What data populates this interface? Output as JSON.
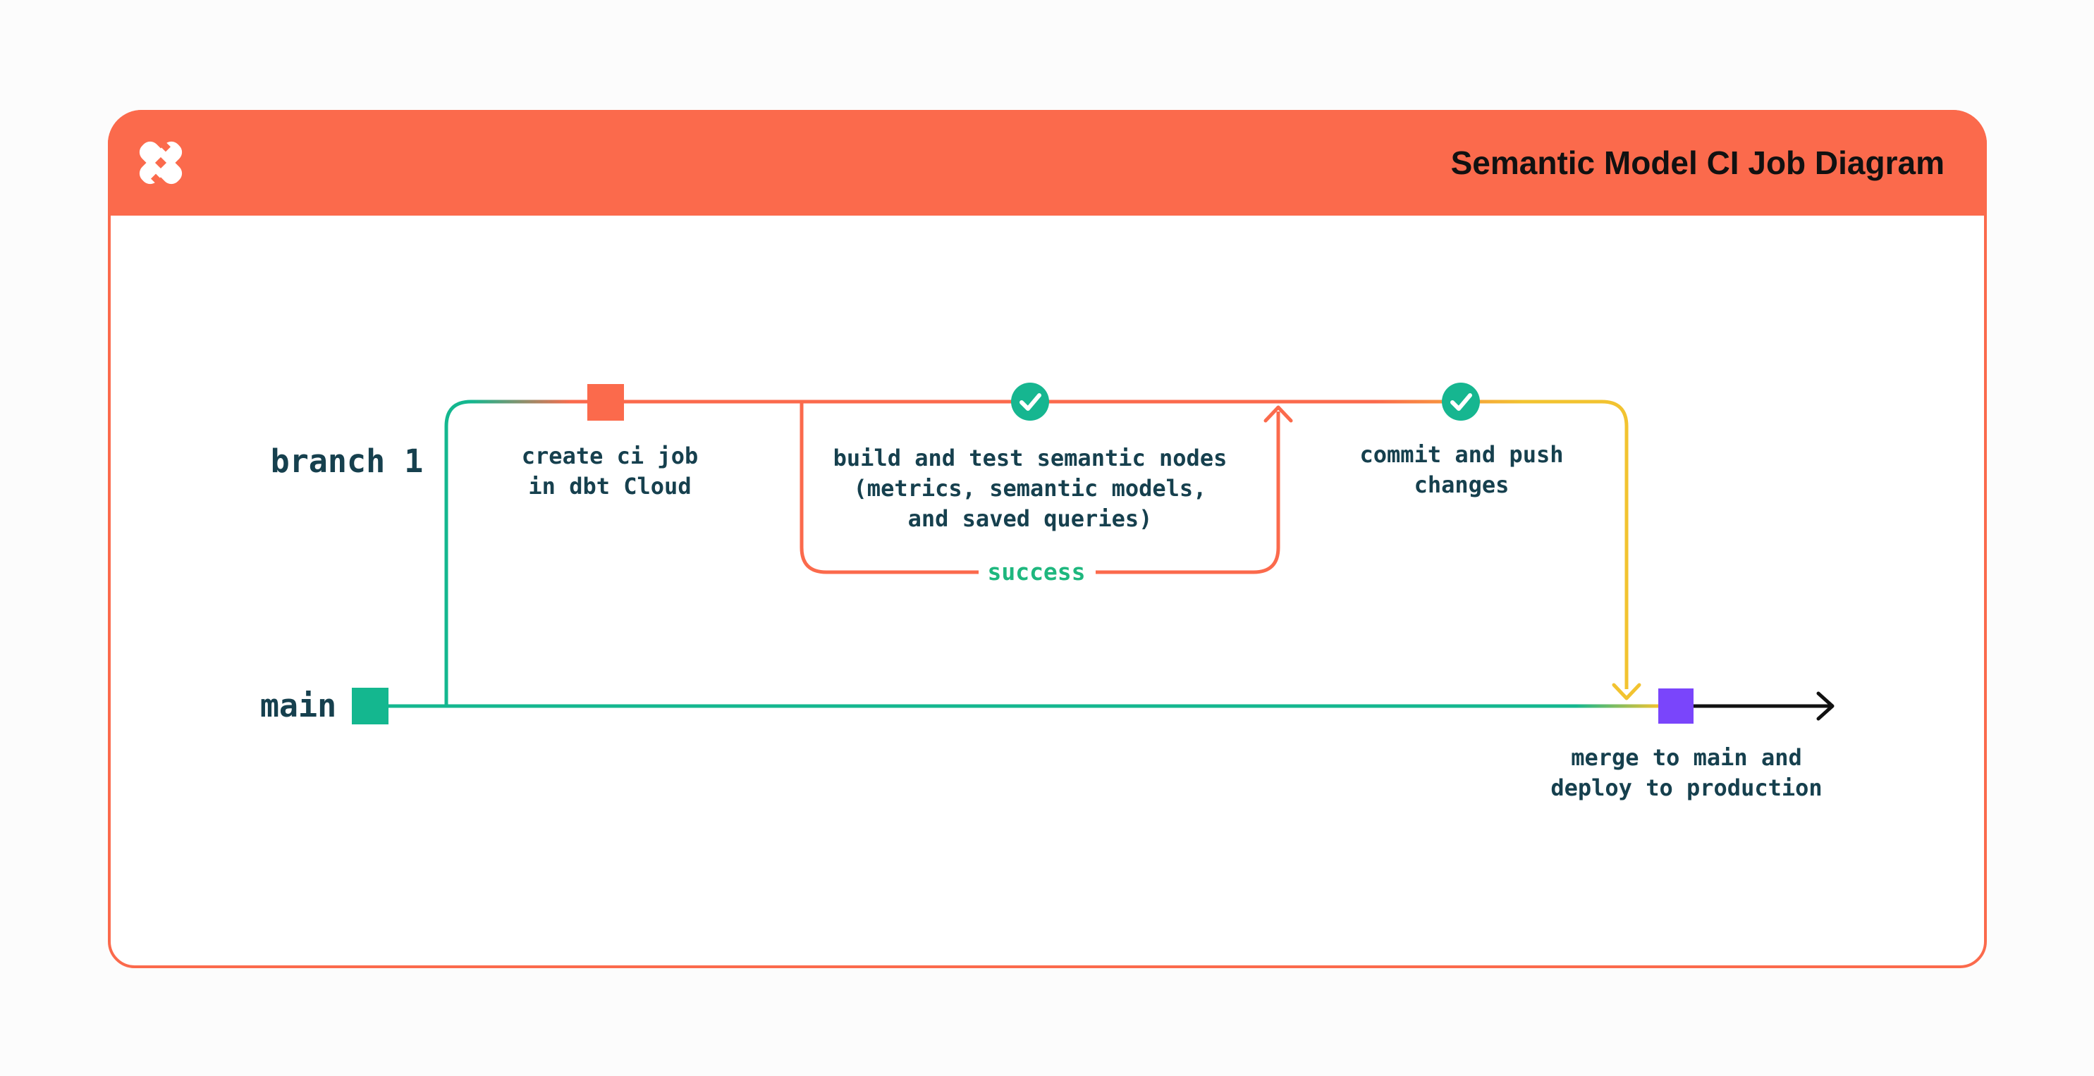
{
  "header": {
    "title": "Semantic Model CI Job Diagram",
    "logo": "dbt-logo"
  },
  "branches": {
    "branch1_label": "branch 1",
    "main_label": "main"
  },
  "steps": {
    "create_ci": "create ci job\nin dbt Cloud",
    "build_test": "build and test semantic nodes\n(metrics, semantic models,\nand saved queries)",
    "commit_push": "commit and push\nchanges",
    "merge_deploy": "merge to main and\ndeploy to production",
    "success_label": "success"
  },
  "icons": {
    "check_1": "check-icon",
    "check_2": "check-icon",
    "commit_markers": [
      "orange-commit-square",
      "green-commit-square",
      "purple-commit-square"
    ]
  },
  "colors": {
    "brand_orange": "#fb6a4c",
    "green": "#14b78f",
    "yellow": "#f2c330",
    "purple": "#7a45fb",
    "text_dark": "#16404e",
    "success_green": "#1eb77e",
    "title_black": "#111111",
    "card_bg": "#ffffff",
    "page_bg": "#fcfcfc"
  }
}
